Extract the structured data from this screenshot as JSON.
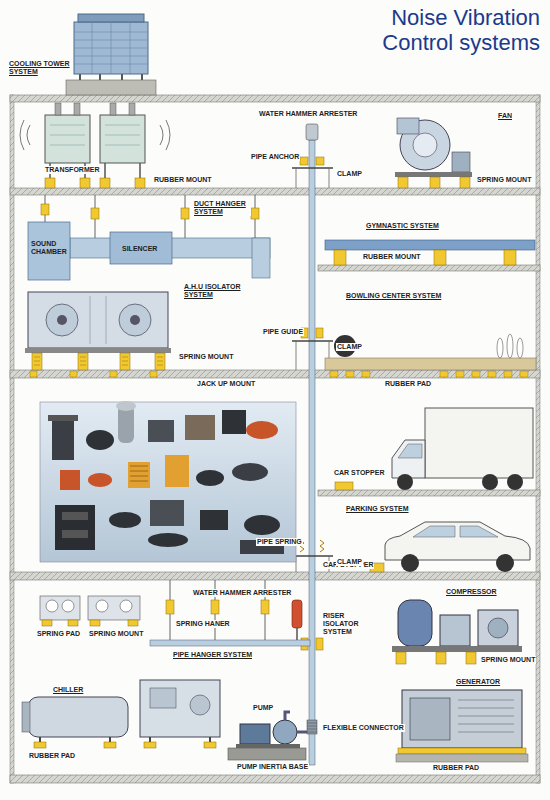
{
  "diagram": {
    "title": "Noise Vibration Control systems",
    "labels": [
      "COOLING TOWER SYSTEM",
      "TRANSFORMER",
      "RUBBER MOUNT",
      "WATER HAMMER ARRESTER",
      "PIPE ANCHOR",
      "CLAMP",
      "FAN",
      "SPRING MOUNT",
      "DUCT HANGER SYSTEM",
      "SOUND CHAMBER",
      "SILENCER",
      "GYMNASTIC SYSTEM",
      "RUBBER MOUNT",
      "A.H.U ISOLATOR SYSTEM",
      "BOWLING CENTER SYSTEM",
      "SPRING MOUNT",
      "PIPE GUIDE",
      "CLAMP",
      "JACK UP MOUNT",
      "RUBBER PAD",
      "CAR STOPPER",
      "PARKING SYSTEM",
      "CAR STOPPER",
      "PIPE SPRING",
      "CLAMP",
      "COMPRESSOR",
      "SPRING PAD",
      "SPRING MOUNT",
      "SPRING HANER",
      "WATER HAMMER ARRESTER",
      "RISER ISOLATOR SYSTEM",
      "PIPE HANGER SYSTEM",
      "CHILLER",
      "PUMP",
      "FLEXIBLE CONNECTOR",
      "SPRING MOUNT",
      "GENERATOR",
      "PUMP INERTIA BASE",
      "RUBBER PAD",
      "RUBBER PAD"
    ]
  }
}
